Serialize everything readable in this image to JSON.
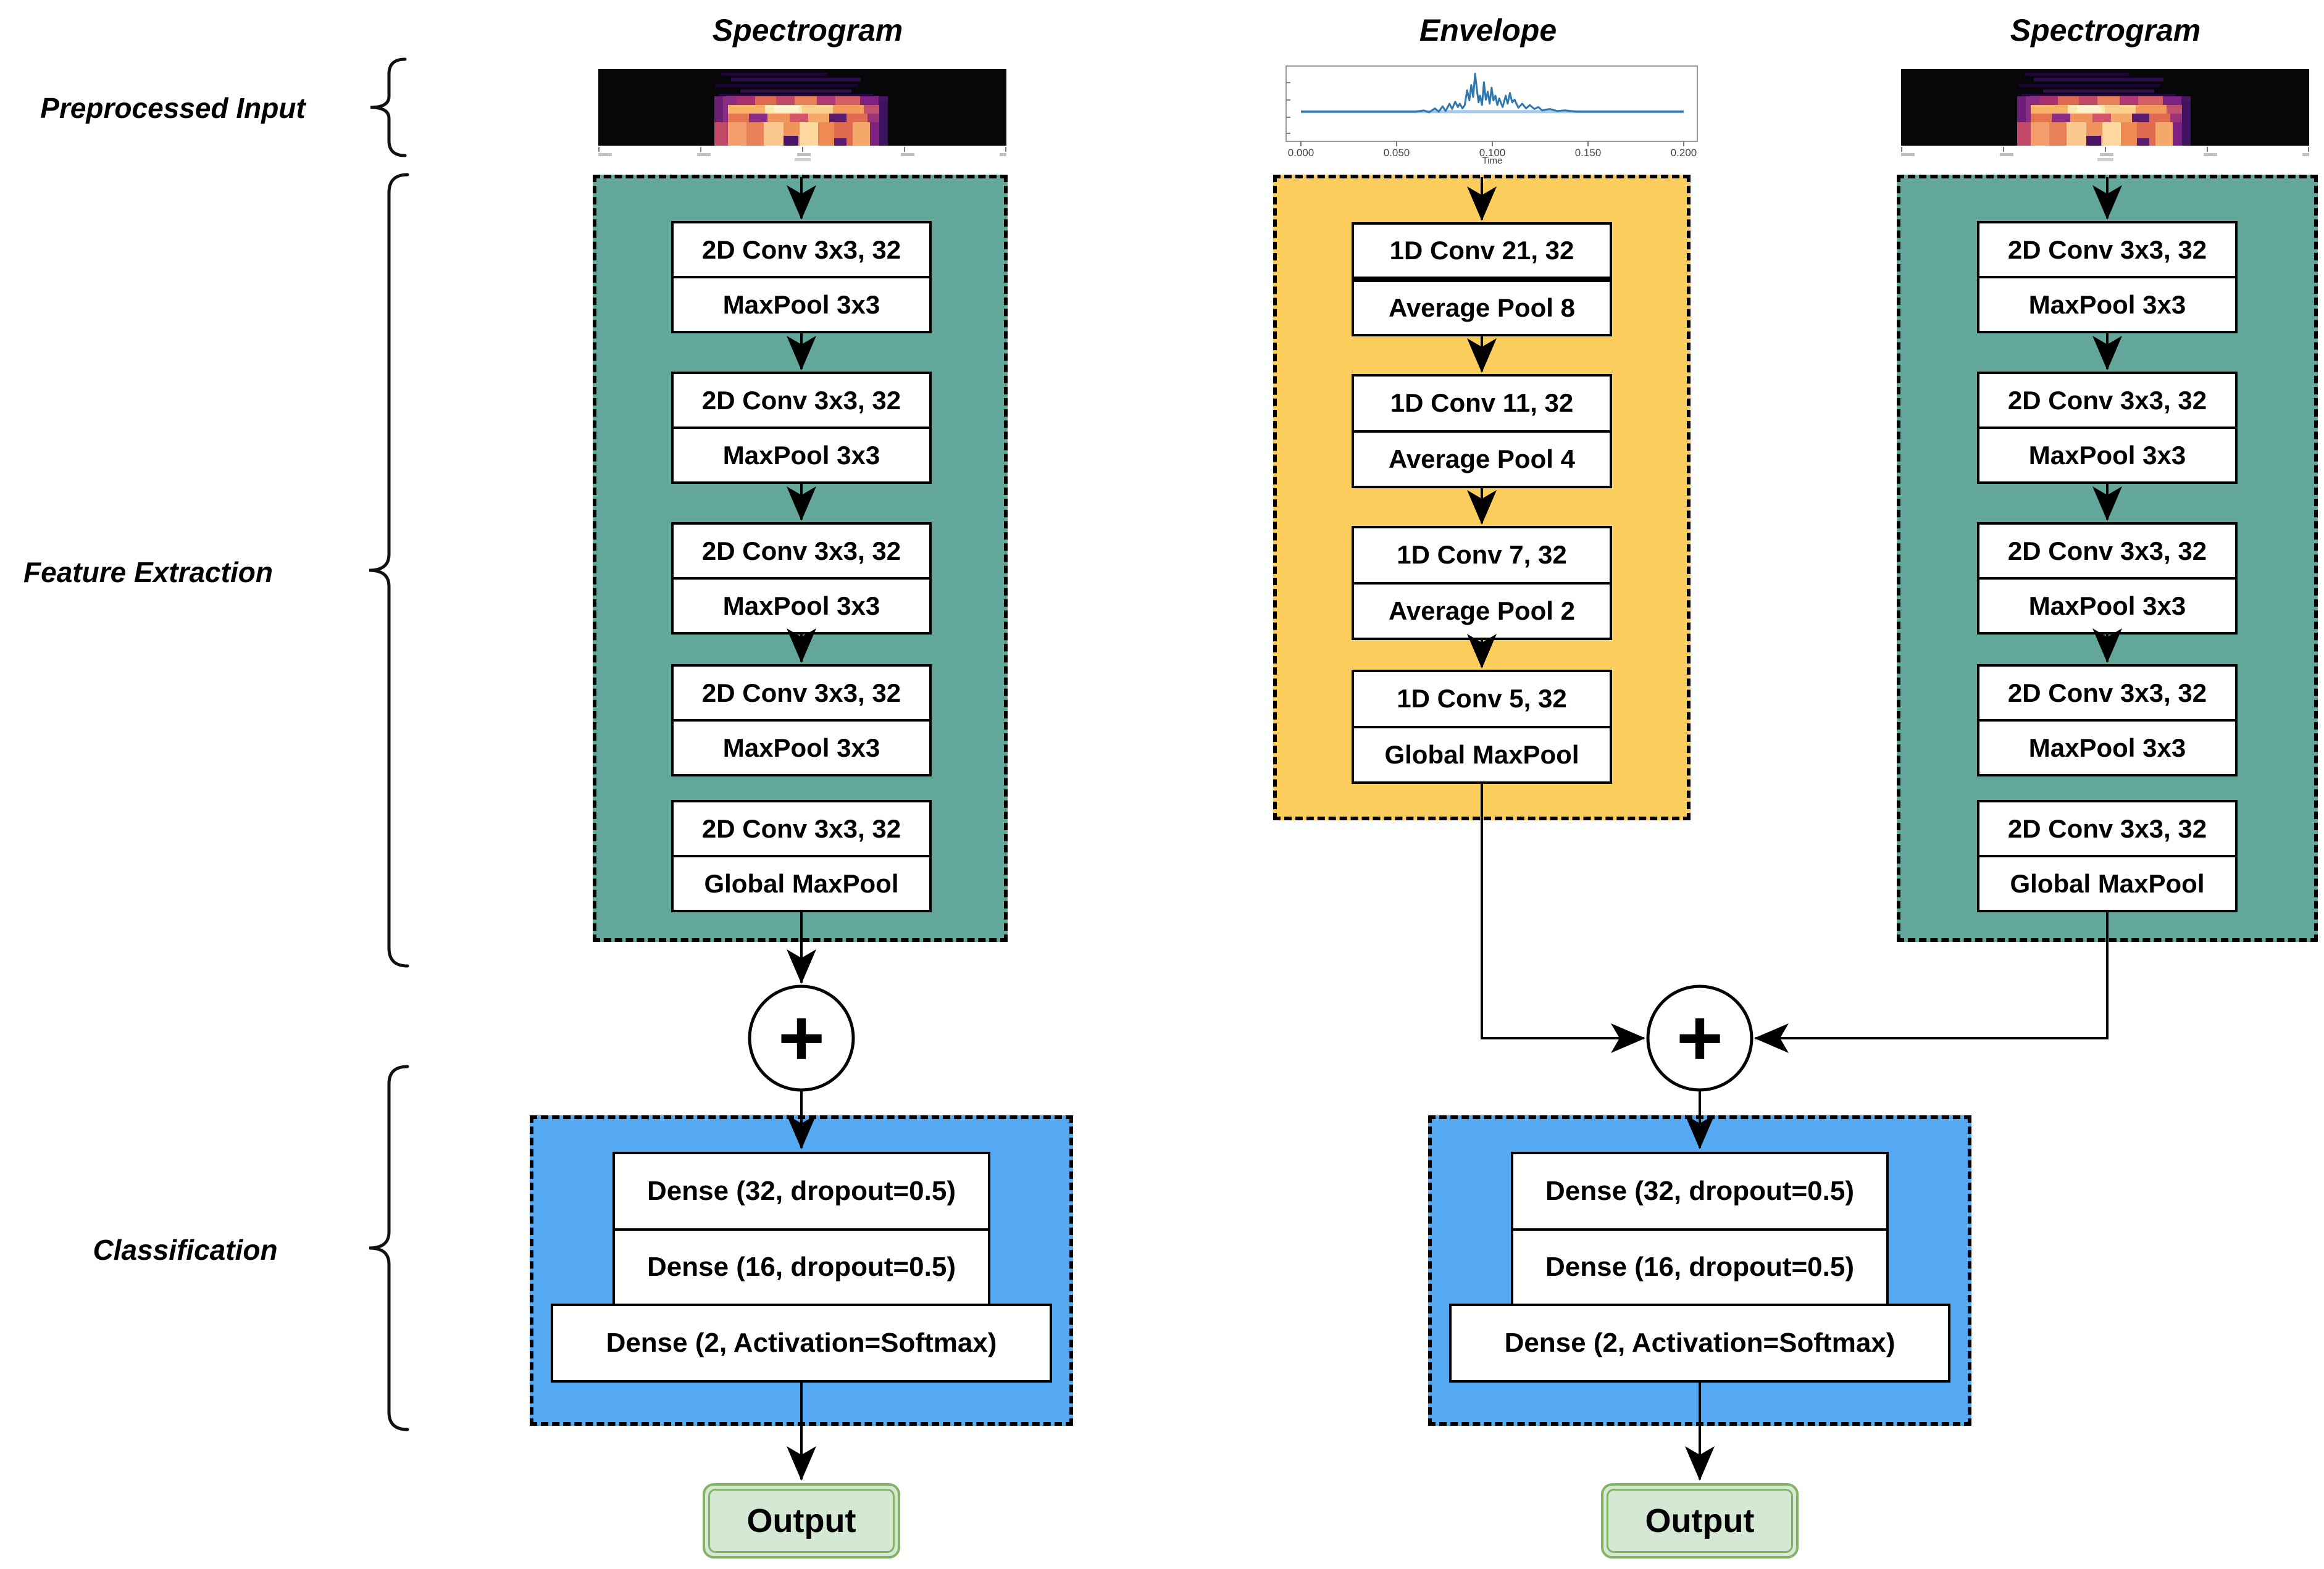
{
  "row_labels": {
    "preprocessed_input": "Preprocessed Input",
    "feature_extraction": "Feature Extraction",
    "classification": "Classification"
  },
  "columns": [
    {
      "title": "Spectrogram",
      "pairs": [
        {
          "top": "2D Conv 3x3, 32",
          "bottom": "MaxPool 3x3"
        },
        {
          "top": "2D Conv 3x3, 32",
          "bottom": "MaxPool 3x3"
        },
        {
          "top": "2D Conv 3x3, 32",
          "bottom": "MaxPool 3x3"
        },
        {
          "top": "2D Conv 3x3, 32",
          "bottom": "MaxPool 3x3"
        },
        {
          "top": "2D Conv 3x3, 32",
          "bottom": "Global MaxPool"
        }
      ]
    },
    {
      "title": "Envelope",
      "pairs": [
        {
          "top": "1D Conv 21, 32",
          "bottom": "Average Pool 8"
        },
        {
          "top": "1D Conv 11, 32",
          "bottom": "Average Pool 4"
        },
        {
          "top": "1D Conv 7, 32",
          "bottom": "Average Pool 2"
        },
        {
          "top": "1D Conv 5, 32",
          "bottom": "Global MaxPool"
        }
      ]
    },
    {
      "title": "Spectrogram",
      "pairs": [
        {
          "top": "2D Conv 3x3, 32",
          "bottom": "MaxPool 3x3"
        },
        {
          "top": "2D Conv 3x3, 32",
          "bottom": "MaxPool 3x3"
        },
        {
          "top": "2D Conv 3x3, 32",
          "bottom": "MaxPool 3x3"
        },
        {
          "top": "2D Conv 3x3, 32",
          "bottom": "MaxPool 3x3"
        },
        {
          "top": "2D Conv 3x3, 32",
          "bottom": "Global MaxPool"
        }
      ]
    }
  ],
  "classifier": {
    "dense_32": "Dense (32, dropout=0.5)",
    "dense_16": "Dense (16, dropout=0.5)",
    "dense_softmax": "Dense (2, Activation=Softmax)",
    "merge_symbol": "+",
    "output_label": "Output"
  },
  "envelope_plot": {
    "xticks": [
      "0.000",
      "0.050",
      "0.100",
      "0.150",
      "0.200"
    ],
    "xlabel": "Time",
    "line_color": "#2f77ad",
    "baseline_color": "#a6c8e4",
    "points": [
      [
        0,
        0.62
      ],
      [
        0.3,
        0.62
      ],
      [
        0.32,
        0.6
      ],
      [
        0.335,
        0.63
      ],
      [
        0.35,
        0.57
      ],
      [
        0.36,
        0.62
      ],
      [
        0.37,
        0.54
      ],
      [
        0.378,
        0.61
      ],
      [
        0.388,
        0.5
      ],
      [
        0.395,
        0.58
      ],
      [
        0.403,
        0.47
      ],
      [
        0.41,
        0.55
      ],
      [
        0.415,
        0.5
      ],
      [
        0.422,
        0.57
      ],
      [
        0.428,
        0.52
      ],
      [
        0.434,
        0.3
      ],
      [
        0.44,
        0.45
      ],
      [
        0.445,
        0.22
      ],
      [
        0.45,
        0.4
      ],
      [
        0.455,
        0.05
      ],
      [
        0.46,
        0.3
      ],
      [
        0.464,
        0.48
      ],
      [
        0.468,
        0.38
      ],
      [
        0.473,
        0.52
      ],
      [
        0.478,
        0.18
      ],
      [
        0.483,
        0.44
      ],
      [
        0.488,
        0.32
      ],
      [
        0.493,
        0.5
      ],
      [
        0.498,
        0.26
      ],
      [
        0.503,
        0.45
      ],
      [
        0.508,
        0.38
      ],
      [
        0.513,
        0.52
      ],
      [
        0.518,
        0.42
      ],
      [
        0.527,
        0.55
      ],
      [
        0.535,
        0.38
      ],
      [
        0.54,
        0.5
      ],
      [
        0.546,
        0.34
      ],
      [
        0.552,
        0.48
      ],
      [
        0.558,
        0.44
      ],
      [
        0.568,
        0.56
      ],
      [
        0.578,
        0.5
      ],
      [
        0.588,
        0.57
      ],
      [
        0.598,
        0.52
      ],
      [
        0.61,
        0.58
      ],
      [
        0.62,
        0.55
      ],
      [
        0.63,
        0.6
      ],
      [
        0.65,
        0.58
      ],
      [
        0.67,
        0.61
      ],
      [
        0.69,
        0.6
      ],
      [
        0.72,
        0.62
      ],
      [
        1,
        0.62
      ]
    ]
  },
  "colors": {
    "spectrogram_branch": "#63a69a",
    "envelope_branch": "#fbcd5c",
    "classifier_box": "#55a8f2",
    "output_fill": "#d5e8d4",
    "output_border": "#82b366",
    "line": "#000000"
  }
}
